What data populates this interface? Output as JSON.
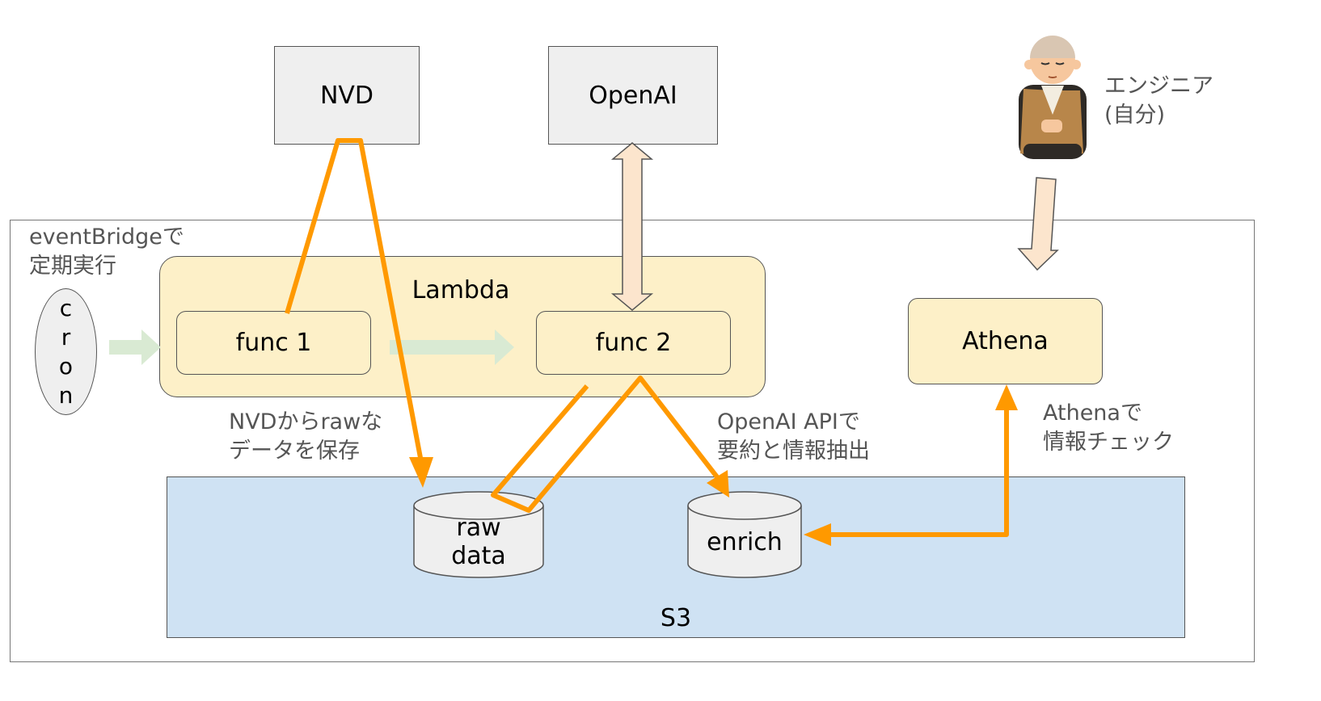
{
  "nodes": {
    "nvd": "NVD",
    "openai": "OpenAI",
    "lambda": "Lambda",
    "func1": "func 1",
    "func2": "func 2",
    "athena": "Athena",
    "s3": "S3",
    "raw_data_line1": "raw",
    "raw_data_line2": "data",
    "enrich": "enrich",
    "cron": [
      "c",
      "r",
      "o",
      "n"
    ]
  },
  "notes": {
    "eventbridge_line1": "eventBridgeで",
    "eventbridge_line2": "定期実行",
    "nvd_save_line1": "NVDからrawな",
    "nvd_save_line2": "データを保存",
    "openai_line1": "OpenAI APIで",
    "openai_line2": "要約と情報抽出",
    "athena_line1": "Athenaで",
    "athena_line2": "情報チェック",
    "engineer_line1": "エンジニア",
    "engineer_line2": "(自分)"
  },
  "colors": {
    "flow_arrow": "#ff9900",
    "lambda_fill": "#fdf0c8",
    "s3_fill": "#cfe2f3",
    "external_fill": "#efefef",
    "trigger_arrow": "#d9ead3",
    "io_arrow": "#fce5cd"
  }
}
